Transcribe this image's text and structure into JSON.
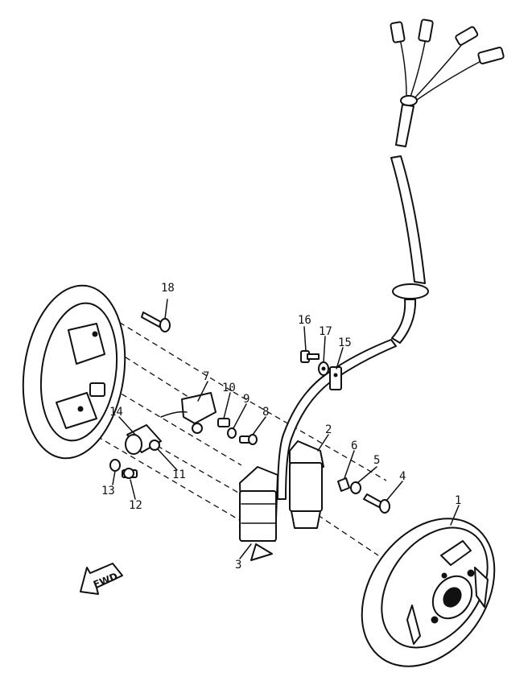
{
  "labels": {
    "p1": "1",
    "p2": "2",
    "p3": "3",
    "p4": "4",
    "p5": "5",
    "p6": "6",
    "p7": "7",
    "p8": "8",
    "p9": "9",
    "p10": "10",
    "p11": "11",
    "p12": "12",
    "p13": "13",
    "p14": "14",
    "p15": "15",
    "p16": "16",
    "p17": "17",
    "p18": "18"
  },
  "fwd_label": "FWD",
  "colors": {
    "line": "#111111",
    "background": "#ffffff"
  }
}
